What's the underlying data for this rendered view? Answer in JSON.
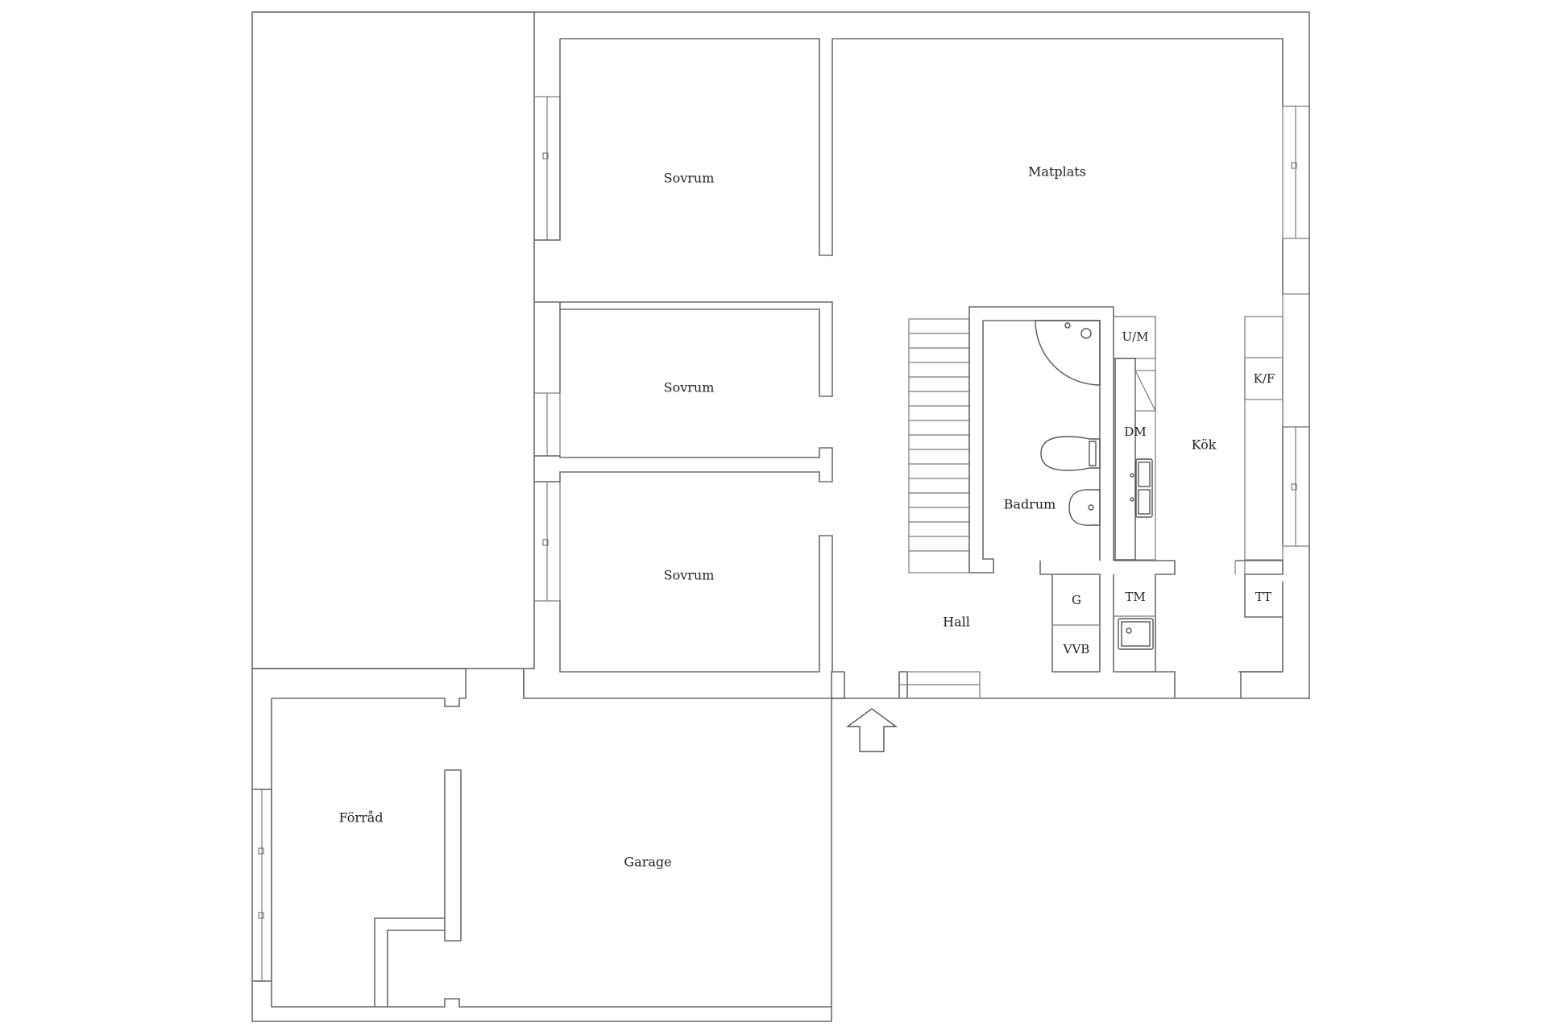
{
  "rooms": {
    "bedroom_1": "Sovrum",
    "bedroom_2": "Sovrum",
    "bedroom_3": "Sovrum",
    "dining": "Matplats",
    "kitchen": "Kök",
    "bathroom": "Badrum",
    "hall": "Hall",
    "storage": "Förråd",
    "garage": "Garage"
  },
  "appliances": {
    "washer": "U/M",
    "fridge_freezer": "K/F",
    "dishwasher": "DM",
    "g": "G",
    "dryer": "TM",
    "tt": "TT",
    "water_heater": "VVB"
  },
  "colors": {
    "wall": "#6b6b6b",
    "text": "#222222",
    "background": "#ffffff"
  }
}
